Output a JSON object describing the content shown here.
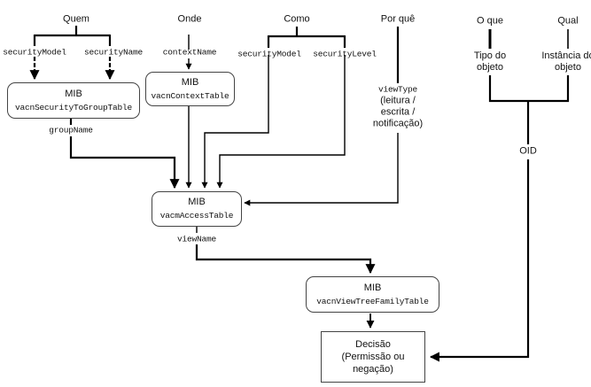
{
  "diagram": {
    "categories": {
      "who": "Quem",
      "where": "Onde",
      "how": "Como",
      "why": "Por quê",
      "what": "O que",
      "which": "Qual"
    },
    "params": {
      "who_security_model": "securityModel",
      "who_security_name": "securityName",
      "context_name": "contextName",
      "how_security_model": "securityModel",
      "how_security_level": "securityLevel",
      "group_name": "groupName",
      "view_name": "viewName",
      "view_type": "viewType",
      "view_type_desc": "(leitura / escrita / notificação)",
      "object_type": "Tipo do objeto",
      "object_instance": "Instância do objeto",
      "oid": "OID"
    },
    "boxes": {
      "security_to_group": {
        "title": "MIB",
        "table": "vacnSecurityToGroupTable"
      },
      "context": {
        "title": "MIB",
        "table": "vacnContextTable"
      },
      "access": {
        "title": "MIB",
        "table": "vacmAccessTable"
      },
      "view_tree": {
        "title": "MIB",
        "table": "vacnViewTreeFamilyTable"
      },
      "decision": {
        "text": "Decisão (Permissão ou negação)"
      }
    },
    "colors": {
      "line": "#000000",
      "box_border": "#444444",
      "text": "#111111"
    }
  }
}
